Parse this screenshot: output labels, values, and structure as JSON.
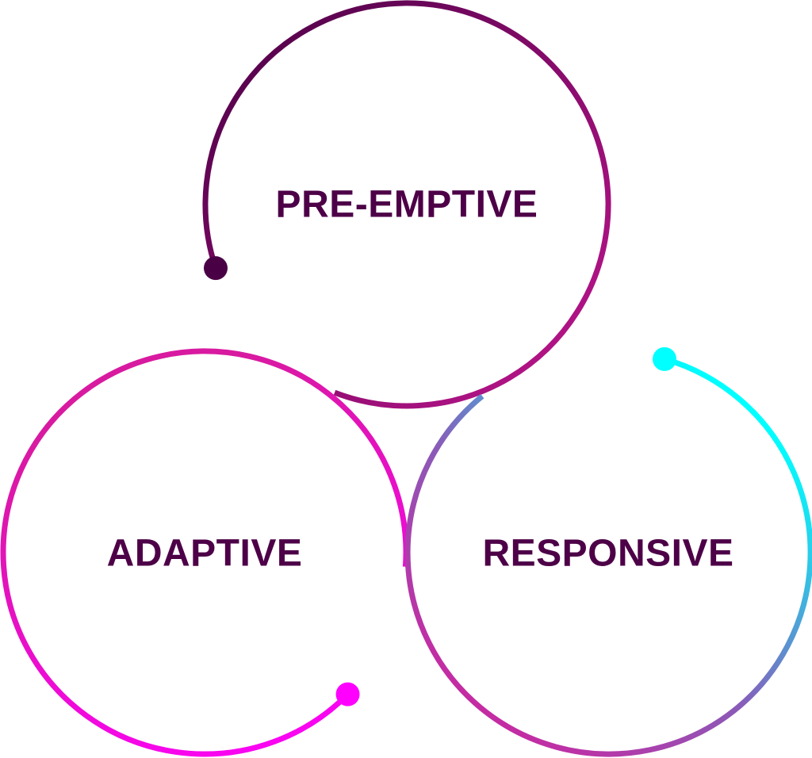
{
  "labels": {
    "top": "PRE-EMPTIVE",
    "left": "ADAPTIVE",
    "right": "RESPONSIVE"
  },
  "colors": {
    "text": "#4d0047",
    "top_start": "#4a0045",
    "top_end": "#c0168f",
    "left_start": "#ff00ff",
    "left_end": "#d81aa0",
    "right_start": "#00ffff",
    "right_mid": "#8a5ab8",
    "right_end": "#cc25a0"
  }
}
